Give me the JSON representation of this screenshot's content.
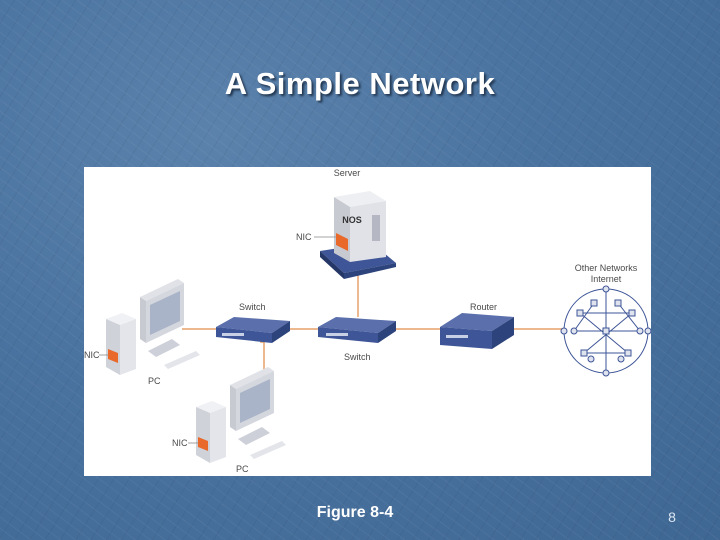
{
  "slide": {
    "title": "A Simple Network",
    "caption": "Figure 8-4",
    "page_number": "8"
  },
  "diagram": {
    "labels": {
      "server": "Server",
      "nos": "NOS",
      "server_nic": "NIC",
      "switch_left": "Switch",
      "switch_right": "Switch",
      "router": "Router",
      "cloud_line1": "Other Networks",
      "cloud_line2": "Internet",
      "pc1_nic": "NIC",
      "pc1": "PC",
      "pc2_nic": "NIC",
      "pc2": "PC"
    },
    "colors": {
      "link": "#e8a06a",
      "device": "#3e5597",
      "nic": "#e8692a",
      "computer": "#d9dbe0"
    }
  }
}
